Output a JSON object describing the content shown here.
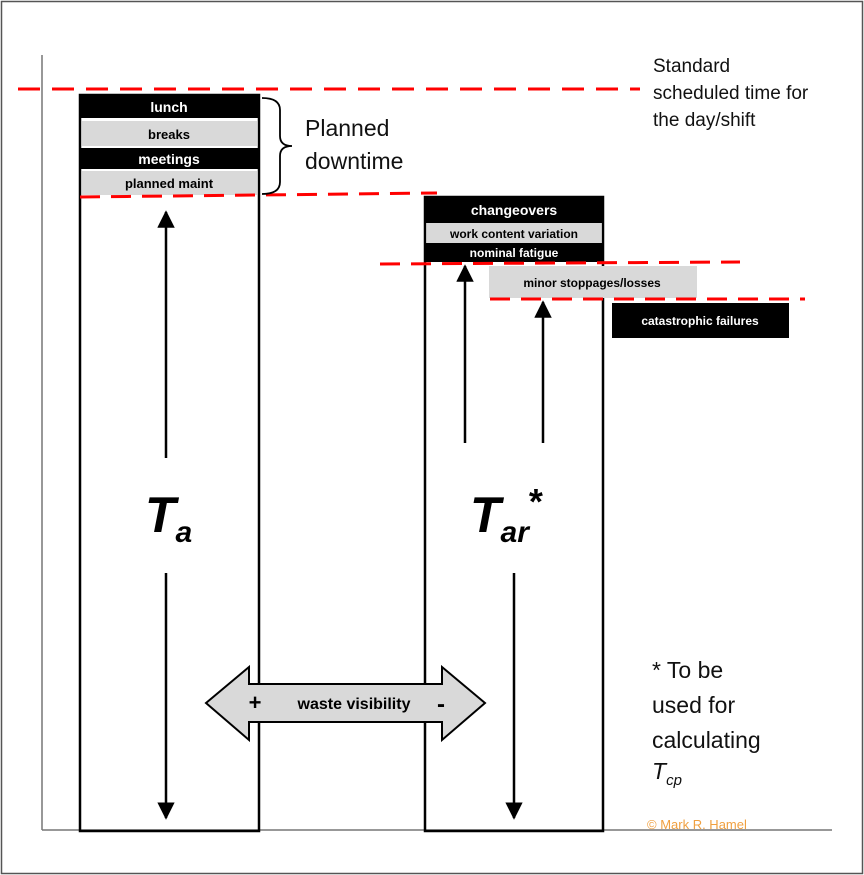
{
  "standard_time_label": [
    "Standard",
    "scheduled time for",
    "the day/shift"
  ],
  "planned_downtime_label": [
    "Planned",
    "downtime"
  ],
  "left_blocks": [
    "lunch",
    "breaks",
    "meetings",
    "planned maint"
  ],
  "right_blocks": [
    "changeovers",
    "work content variation",
    "nominal fatigue"
  ],
  "minor_stoppages": "minor stoppages/losses",
  "catastrophic": "catastrophic failures",
  "ta_main": "T",
  "ta_sub": "a",
  "tar_main": "T",
  "tar_sub": "ar",
  "tar_star": "*",
  "waste_visibility": "waste visibility",
  "plus": "+",
  "minus": "-",
  "footnote": [
    "* To be",
    "used for",
    "calculating"
  ],
  "footnote_t": "T",
  "footnote_sub": "cp",
  "copyright": "© Mark R. Hamel",
  "colors": {
    "dashed_red": "#ff0000",
    "block_dark": "#000000",
    "block_light": "#d9d9d9",
    "copyright": "#f0a040"
  }
}
